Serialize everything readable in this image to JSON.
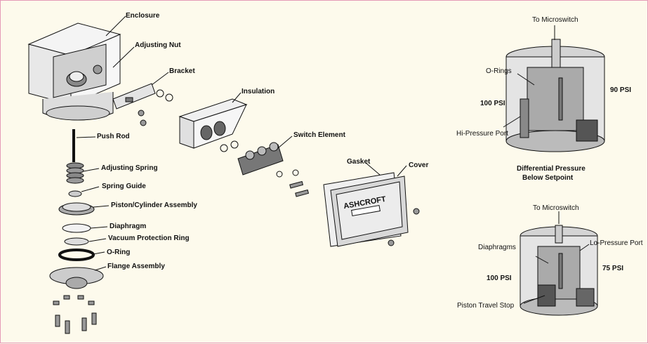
{
  "labels": {
    "enclosure": "Enclosure",
    "adjusting_nut": "Adjusting Nut",
    "bracket": "Bracket",
    "insulation": "Insulation",
    "push_rod": "Push Rod",
    "switch_element": "Switch Element",
    "adjusting_spring": "Adjusting Spring",
    "spring_guide": "Spring Guide",
    "piston_cylinder": "Piston/Cylinder Assembly",
    "diaphragm": "Diaphragm",
    "vacuum_ring": "Vacuum Protection Ring",
    "o_ring": "O-Ring",
    "flange": "Flange Assembly",
    "gasket": "Gasket",
    "cover": "Cover"
  },
  "cover_text": "ASHCROFT",
  "top_view": {
    "to_microswitch": "To Microswitch",
    "o_rings": "O-Rings",
    "psi_left": "100 PSI",
    "psi_right": "90 PSI",
    "port": "Hi-Pressure Port"
  },
  "caption": {
    "line1": "Differential Pressure",
    "line2": "Below Setpoint"
  },
  "bottom_view": {
    "to_microswitch": "To Microswitch",
    "port": "Lo-Pressure Port",
    "diaphragms": "Diaphragms",
    "psi_left": "100 PSI",
    "psi_right": "75 PSI",
    "stop": "Piston Travel Stop"
  }
}
